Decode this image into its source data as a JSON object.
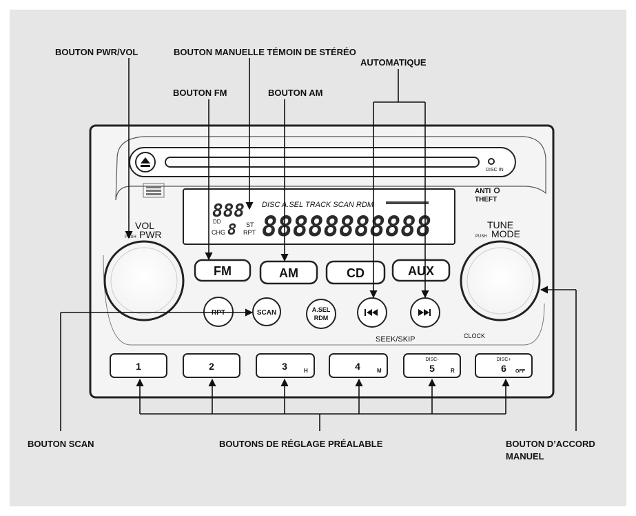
{
  "labels": {
    "pwr_vol": "BOUTON PWR/VOL",
    "stereo_indicator": "BOUTON MANUELLE TÉMOIN DE STÉRÉO",
    "fm_button": "BOUTON FM",
    "am_button": "BOUTON AM",
    "automatique": "AUTOMATIQUE",
    "scan_button": "BOUTON SCAN",
    "preset_buttons": "BOUTONS DE RÉGLAGE PRÉALABLE",
    "manual_tune_line1": "BOUTON D’ACCORD",
    "manual_tune_line2": "MANUEL"
  },
  "radio": {
    "disc_in": "DISC IN",
    "anti": "ANTI",
    "theft": "THEFT",
    "vol": "VOL",
    "push_pwr_small": "PUSH",
    "pwr": "PWR",
    "tune": "TUNE",
    "push_mode_small": "PUSH",
    "mode": "MODE",
    "clock": "CLOCK",
    "seek_skip": "SEEK/SKIP",
    "source_buttons": [
      "FM",
      "AM",
      "CD",
      "AUX"
    ],
    "round_buttons": [
      "RPT",
      "SCAN",
      "A.SEL",
      "RDM"
    ],
    "lcd": {
      "top_row": "DISC  A.SEL  TRACK  SCAN  RDM",
      "chg": "CHG",
      "st": "ST",
      "rpt": "RPT",
      "main_digits": "88888888888",
      "small_digits": "888",
      "disc_digit": "8",
      "dd": "DD"
    },
    "presets": [
      {
        "num": "1",
        "sub": "",
        "top": ""
      },
      {
        "num": "2",
        "sub": "",
        "top": ""
      },
      {
        "num": "3",
        "sub": "H",
        "top": ""
      },
      {
        "num": "4",
        "sub": "M",
        "top": ""
      },
      {
        "num": "5",
        "sub": "R",
        "top": "DISC-"
      },
      {
        "num": "6",
        "sub": "OFF",
        "top": "DISC+"
      }
    ]
  }
}
